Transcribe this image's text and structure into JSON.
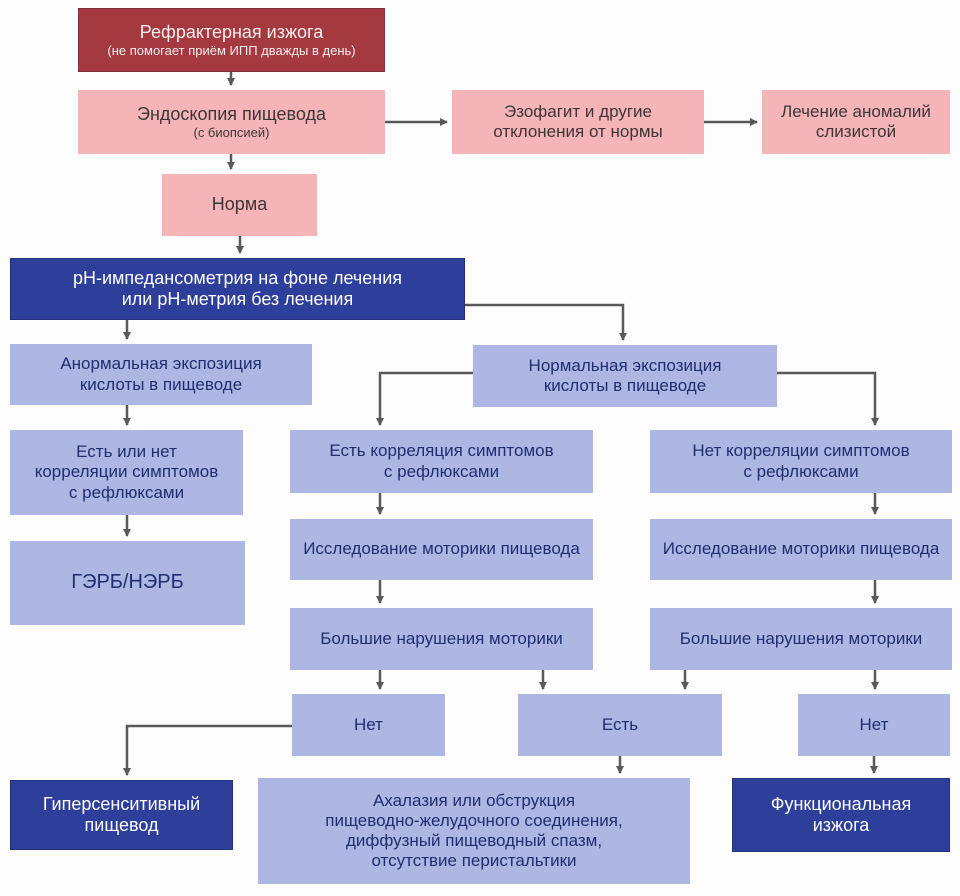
{
  "flowchart": {
    "colors": {
      "header_red": "#a43a3f",
      "pink": "#f5b5b8",
      "dark_blue": "#2d3e9b",
      "periwinkle": "#aeb6e3",
      "navy_text": "#1f2e6e",
      "arrow_gray": "#58595b"
    },
    "nodes": {
      "refractory": {
        "lines": [
          "Рефрактерная изжога",
          "(не помогает приём ИПП дважды в день)"
        ]
      },
      "endoscopy": {
        "lines": [
          "Эндоскопия пищевода",
          "(с биопсией)"
        ]
      },
      "esophagitis": {
        "lines": [
          "Эзофагит и другие",
          "отклонения от нормы"
        ]
      },
      "mucosa_treatment": {
        "lines": [
          "Лечение аномалий",
          "слизистой"
        ]
      },
      "norma": {
        "lines": [
          "Норма"
        ]
      },
      "ph_metry": {
        "lines": [
          "pH-импедансометрия на фоне лечения",
          "или pH-метрия без лечения"
        ]
      },
      "abnormal_acid": {
        "lines": [
          "Анормальная экспозиция",
          "кислоты в пищеводе"
        ]
      },
      "yes_no_correlation": {
        "lines": [
          "Есть или нет",
          "корреляции симптомов",
          "с рефлюксами"
        ]
      },
      "gerd": {
        "lines": [
          "ГЭРБ/НЭРБ"
        ]
      },
      "normal_acid": {
        "lines": [
          "Нормальная экспозиция",
          "кислоты в пищеводе"
        ]
      },
      "yes_correlation": {
        "lines": [
          "Есть корреляция симптомов",
          "с рефлюксами"
        ]
      },
      "no_correlation": {
        "lines": [
          "Нет корреляции симптомов",
          "с рефлюксами"
        ]
      },
      "motility_mid": {
        "lines": [
          "Исследование моторики пищевода"
        ]
      },
      "motility_right": {
        "lines": [
          "Исследование моторики пищевода"
        ]
      },
      "major_disorders_mid": {
        "lines": [
          "Большие нарушения моторики"
        ]
      },
      "major_disorders_right": {
        "lines": [
          "Большие нарушения моторики"
        ]
      },
      "no_mid": {
        "lines": [
          "Нет"
        ]
      },
      "yes_mid": {
        "lines": [
          "Есть"
        ]
      },
      "no_right": {
        "lines": [
          "Нет"
        ]
      },
      "hypersensitive": {
        "lines": [
          "Гиперсенситивный",
          "пищевод"
        ]
      },
      "achalasia": {
        "lines": [
          "Ахалазия или обструкция",
          "пищеводно-желудочного соединения,",
          "диффузный пищеводный спазм,",
          "отсутствие перистальтики"
        ]
      },
      "functional_heartburn": {
        "lines": [
          "Функциональная",
          "изжога"
        ]
      }
    }
  }
}
